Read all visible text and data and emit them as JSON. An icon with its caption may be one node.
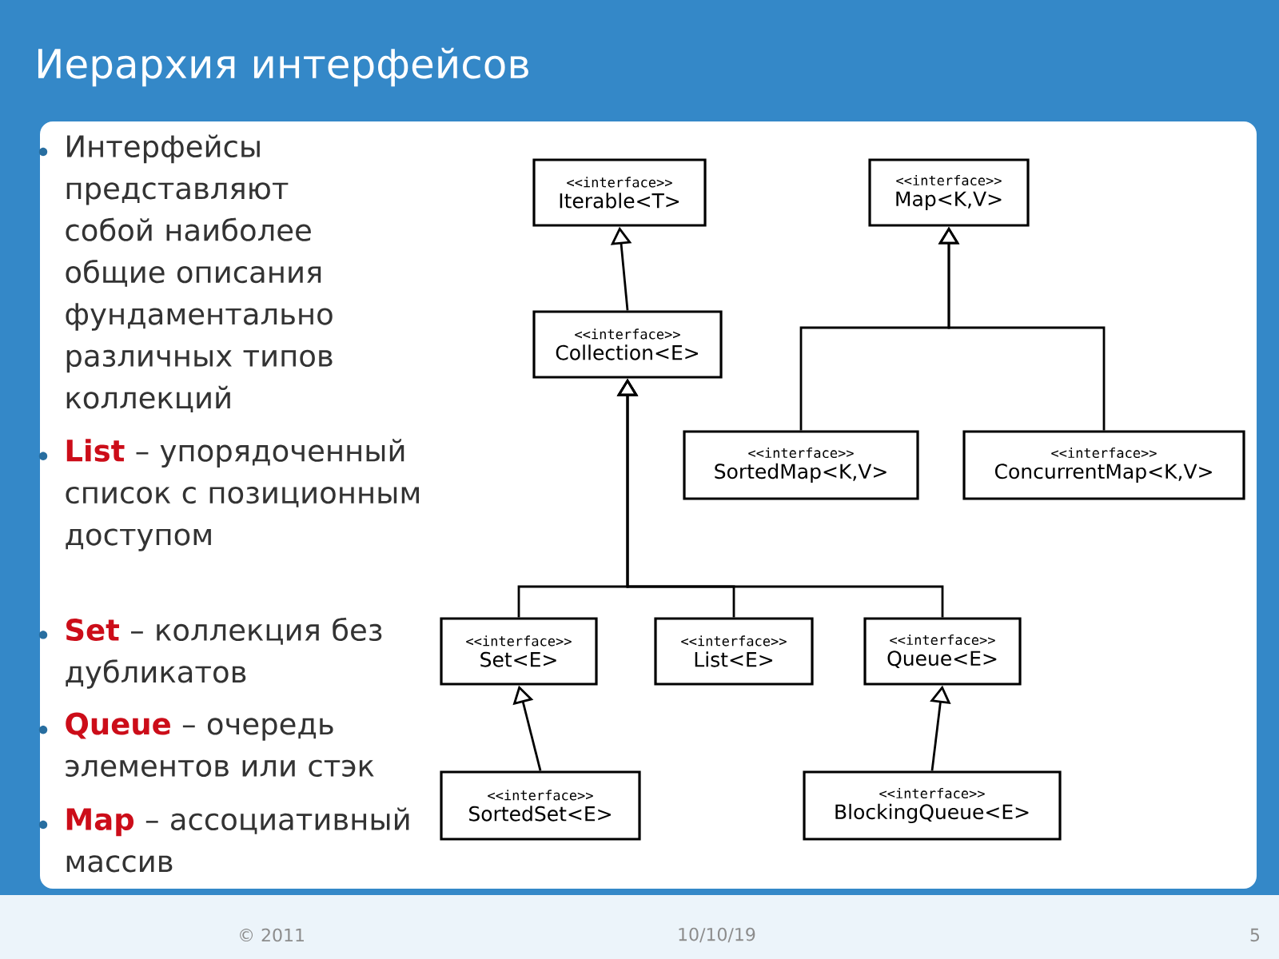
{
  "diagram": {
    "title": "Иерархия интерфейсов",
    "nodes": [
      {
        "text": [
          "<<interface>>",
          "Iterable<T>"
        ]
      },
      {
        "text": [
          "<<interface>>",
          "Map<K,V>"
        ]
      },
      {
        "text": [
          "<<interface>>",
          "Collection<E>"
        ]
      },
      {
        "text": [
          "<<interface>>",
          "SortedMap<K,V>"
        ]
      },
      {
        "text": [
          "<<interface>>",
          "ConcurrentMap<K,V>"
        ]
      },
      {
        "text": [
          "<<interface>>",
          "Set<E>"
        ]
      },
      {
        "text": [
          "<<interface>>",
          "List<E>"
        ]
      },
      {
        "text": [
          "<<interface>>",
          "Queue<E>"
        ]
      },
      {
        "text": [
          "<<interface>>",
          "SortedSet<E>"
        ]
      },
      {
        "text": [
          "<<interface>>",
          "BlockingQueue<E>"
        ]
      }
    ],
    "edges": [
      {
        "from": 2,
        "to": 0,
        "arrow": "to"
      },
      {
        "from": 3,
        "to": 1,
        "arrow": "to"
      },
      {
        "from": 4,
        "to": 1,
        "arrow": "to"
      },
      {
        "from": 5,
        "to": 2,
        "arrow": "to"
      },
      {
        "from": 6,
        "to": 2,
        "arrow": "to"
      },
      {
        "from": 7,
        "to": 2,
        "arrow": "to"
      },
      {
        "from": 8,
        "to": 5,
        "arrow": "to"
      },
      {
        "from": 9,
        "to": 7,
        "arrow": "to"
      }
    ],
    "labels": [
      "Интерфейсы представляют собой наиболее общие описания фундаментально различных типов коллекций",
      "**List** – упорядоченный список с позиционным доступом",
      "**Set** – коллекция без дубликатов",
      "**Queue** – очередь элементов или стэк",
      "**Map** – ассоциативный массив",
      "© 2011",
      "10/10/19",
      "5"
    ]
  }
}
